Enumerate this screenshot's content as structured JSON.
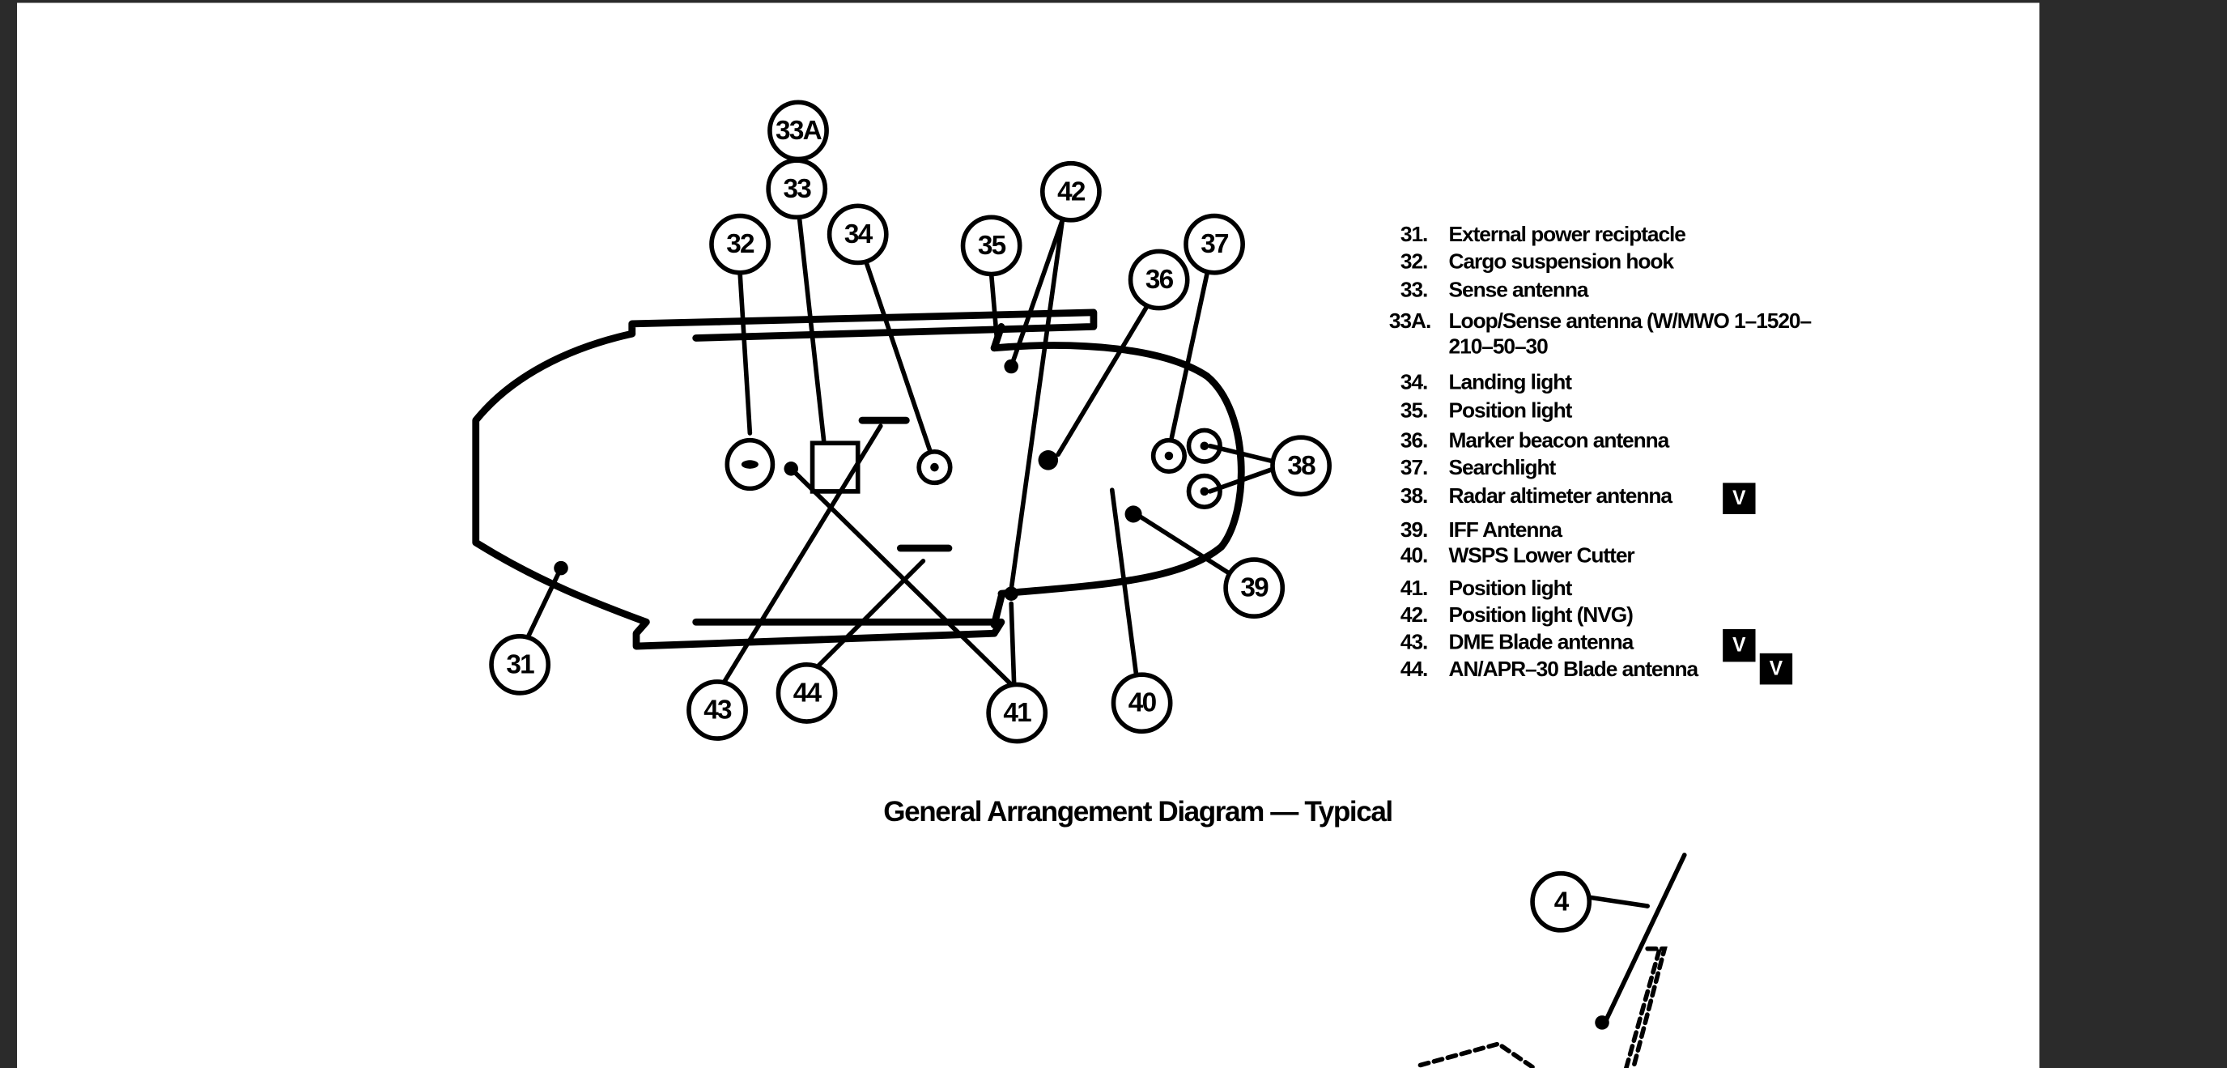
{
  "diagram": {
    "title": "General Arrangement Diagram — Typical",
    "callouts": [
      "33A",
      "33",
      "32",
      "34",
      "35",
      "42",
      "36",
      "37",
      "38",
      "39",
      "40",
      "41",
      "44",
      "43",
      "31",
      "4"
    ],
    "legend": [
      {
        "num": "31.",
        "text": "External power reciptacle"
      },
      {
        "num": "32.",
        "text": "Cargo suspension hook"
      },
      {
        "num": "33.",
        "text": "Sense antenna"
      },
      {
        "num": "33A.",
        "text": "Loop/Sense antenna (W/MWO 1–1520–",
        "text2": "210–50–30"
      },
      {
        "num": "34.",
        "text": "Landing light"
      },
      {
        "num": "35.",
        "text": "Position light"
      },
      {
        "num": "36.",
        "text": "Marker beacon antenna"
      },
      {
        "num": "37.",
        "text": "Searchlight"
      },
      {
        "num": "38.",
        "text": "Radar altimeter antenna",
        "badge": "V"
      },
      {
        "num": "39.",
        "text": "IFF Antenna"
      },
      {
        "num": "40.",
        "text": "WSPS Lower Cutter"
      },
      {
        "num": "41.",
        "text": "Position light"
      },
      {
        "num": "42.",
        "text": "Position light (NVG)"
      },
      {
        "num": "43.",
        "text": "DME Blade antenna",
        "badge": "V"
      },
      {
        "num": "44.",
        "text": "AN/APR–30 Blade antenna",
        "badge": "V"
      }
    ]
  }
}
